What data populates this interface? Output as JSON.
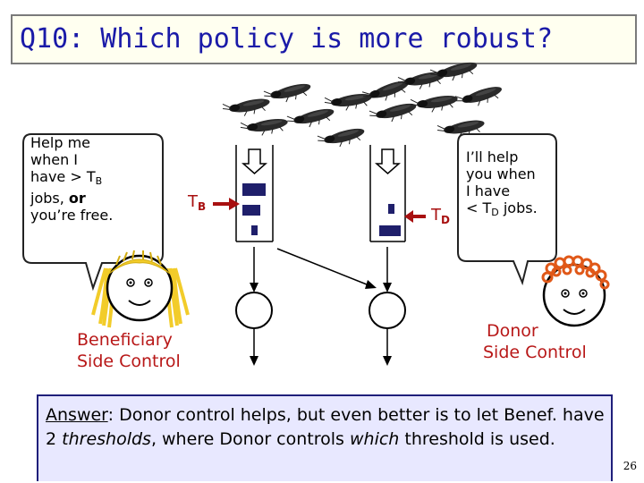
{
  "title": "Q10: Which policy is more robust?",
  "beneficiary": {
    "speech_line1": "Help me",
    "speech_line2": "when I",
    "speech_line3_prefix": "have > T",
    "speech_line3_sub": "B",
    "speech_line4_prefix": "jobs, ",
    "speech_line4_bold": "or",
    "speech_line5": "you’re free.",
    "threshold_main": "T",
    "threshold_sub": "B",
    "label_line1": "Beneficiary",
    "label_line2": "Side Control"
  },
  "donor": {
    "speech_line1": "I’ll help",
    "speech_line2": "you when",
    "speech_line3": "I have",
    "speech_line4_prefix": "< T",
    "speech_line4_sub": "D",
    "speech_line4_suffix": " jobs.",
    "threshold_main": "T",
    "threshold_sub": "D",
    "label_line1": "Donor",
    "label_line2": "Side Control"
  },
  "answer": {
    "label": "Answer",
    "part1": ": Donor control helps, but even better is to let Benef. have 2 ",
    "thresholds": "thresholds",
    "part2": ", where Donor controls ",
    "which": "which",
    "part3": " threshold is used."
  },
  "page_number": "26",
  "colors": {
    "title": "#1a1aa8",
    "threshold": "#a81010",
    "role_label": "#b81818",
    "job": "#1f1f6b",
    "answer_bg": "#e8e8ff",
    "hair": "#f2cc2a"
  }
}
